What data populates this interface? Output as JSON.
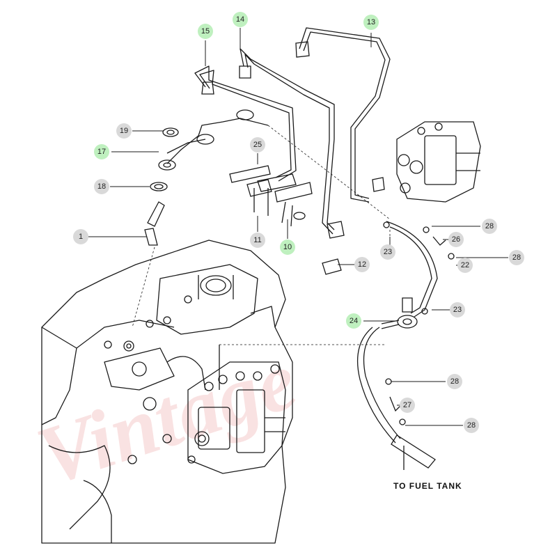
{
  "diagram": {
    "note": "TO FUEL TANK",
    "watermark": "Vintage",
    "colors": {
      "line": "#1a1a1a",
      "callout_grey": "#d9d9d9",
      "callout_green": "#bff0bf",
      "watermark": "#e05050"
    },
    "callouts": [
      {
        "id": "1",
        "highlight": false
      },
      {
        "id": "10",
        "highlight": true
      },
      {
        "id": "11",
        "highlight": false
      },
      {
        "id": "12",
        "highlight": false
      },
      {
        "id": "13",
        "highlight": true
      },
      {
        "id": "14",
        "highlight": true
      },
      {
        "id": "15",
        "highlight": true
      },
      {
        "id": "17",
        "highlight": true
      },
      {
        "id": "18",
        "highlight": false
      },
      {
        "id": "19",
        "highlight": false
      },
      {
        "id": "22",
        "highlight": false
      },
      {
        "id": "23",
        "highlight": false
      },
      {
        "id": "23",
        "highlight": false
      },
      {
        "id": "24",
        "highlight": true
      },
      {
        "id": "25",
        "highlight": false
      },
      {
        "id": "26",
        "highlight": false
      },
      {
        "id": "27",
        "highlight": false
      },
      {
        "id": "28",
        "highlight": false
      },
      {
        "id": "28",
        "highlight": false
      },
      {
        "id": "28",
        "highlight": false
      },
      {
        "id": "28",
        "highlight": false
      }
    ]
  }
}
